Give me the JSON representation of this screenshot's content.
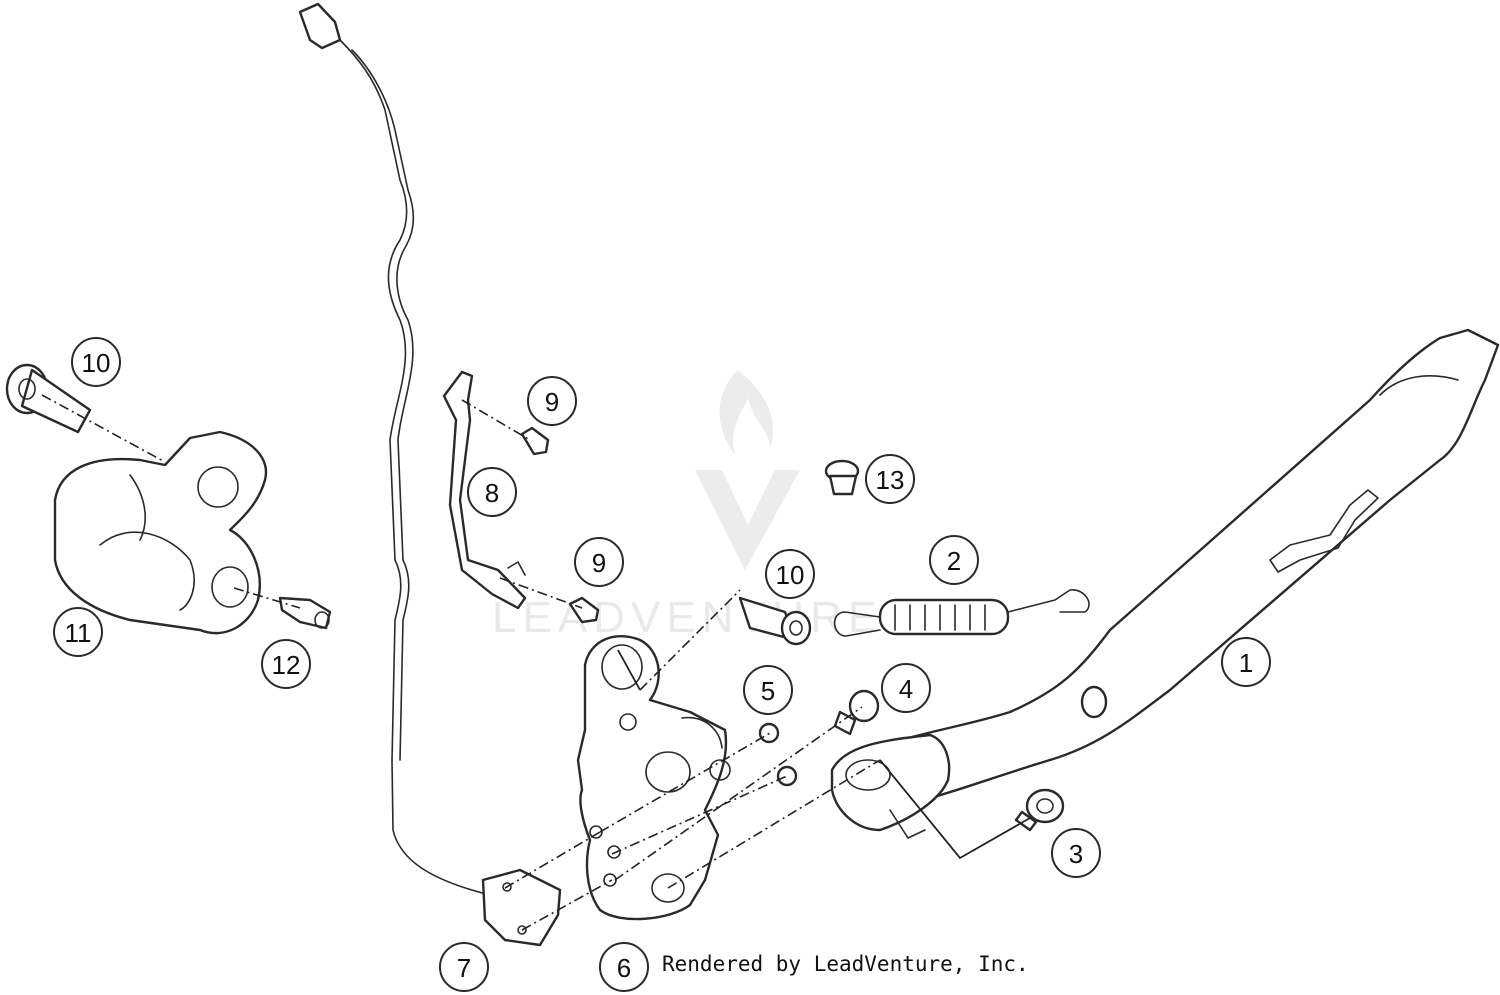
{
  "diagram": {
    "watermark_text": "LEADVENTURE",
    "credit": "Rendered by LeadVenture, Inc.",
    "callouts": [
      {
        "id": "c1",
        "label": "1"
      },
      {
        "id": "c2",
        "label": "2"
      },
      {
        "id": "c3",
        "label": "3"
      },
      {
        "id": "c4",
        "label": "4"
      },
      {
        "id": "c5",
        "label": "5"
      },
      {
        "id": "c6",
        "label": "6"
      },
      {
        "id": "c7",
        "label": "7"
      },
      {
        "id": "c8",
        "label": "8"
      },
      {
        "id": "c9a",
        "label": "9"
      },
      {
        "id": "c9b",
        "label": "9"
      },
      {
        "id": "c10a",
        "label": "10"
      },
      {
        "id": "c10b",
        "label": "10"
      },
      {
        "id": "c11",
        "label": "11"
      },
      {
        "id": "c12",
        "label": "12"
      },
      {
        "id": "c13",
        "label": "13"
      }
    ]
  }
}
